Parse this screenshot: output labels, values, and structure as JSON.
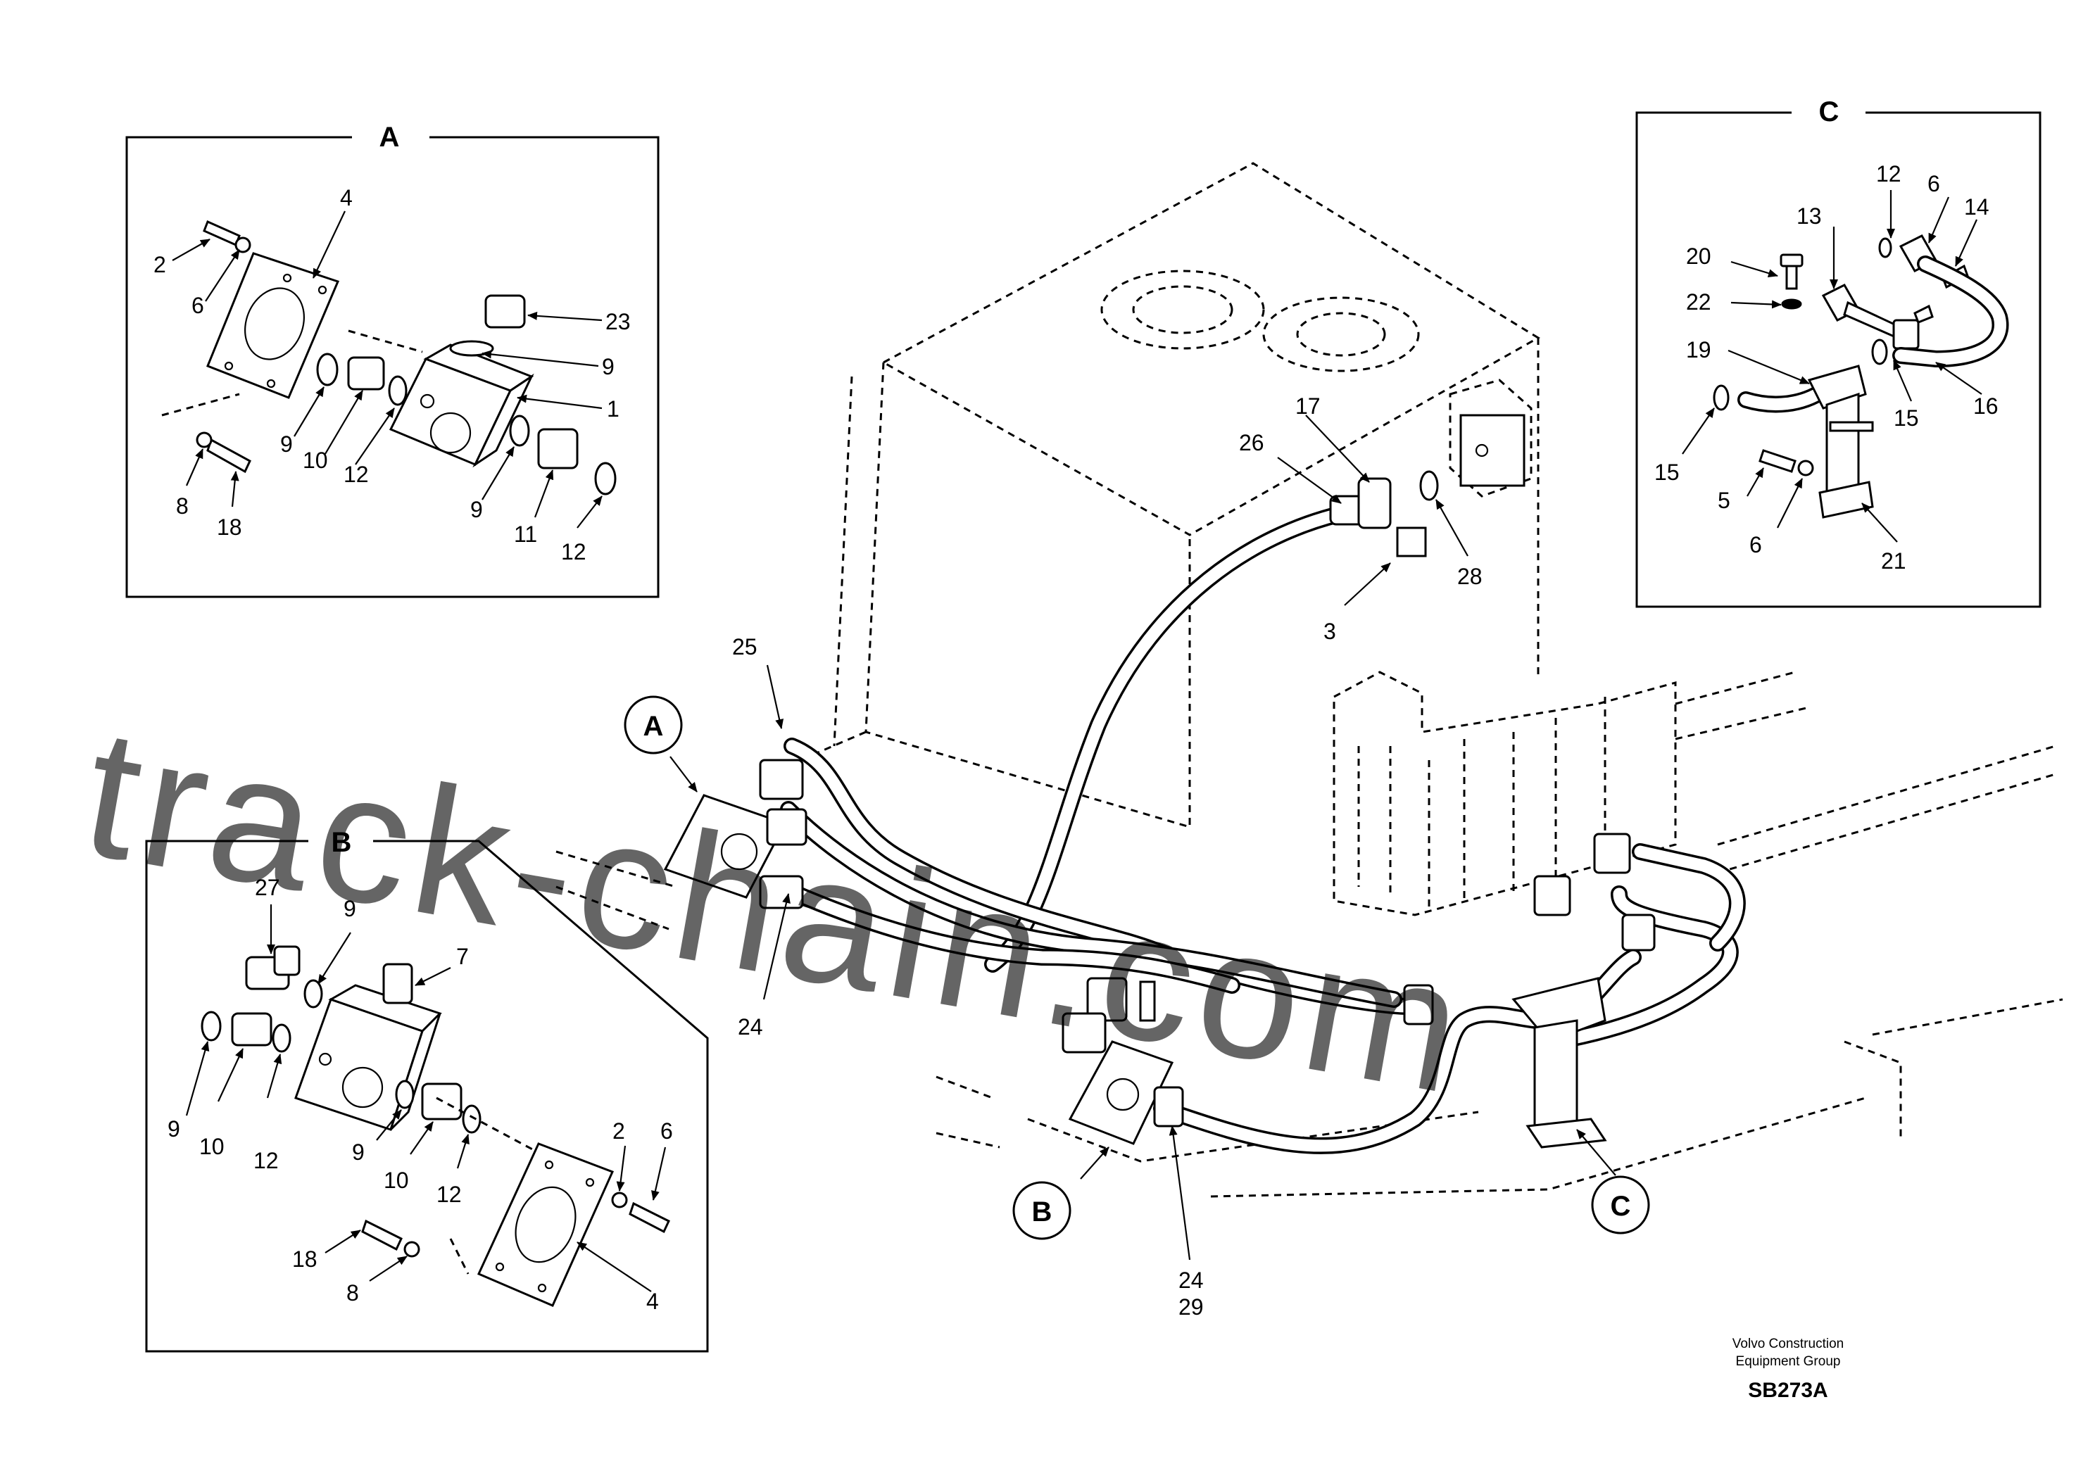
{
  "views": {
    "a": {
      "label": "A"
    },
    "b": {
      "label": "B"
    },
    "c": {
      "label": "C"
    }
  },
  "callouts": {
    "a": {
      "label": "A"
    },
    "b": {
      "label": "B"
    },
    "c": {
      "label": "C"
    }
  },
  "labels": {
    "a_2": "2",
    "a_4": "4",
    "a_6": "6",
    "a_23": "23",
    "a_9a": "9",
    "a_1": "1",
    "a_9b": "9",
    "a_10": "10",
    "a_12a": "12",
    "a_9c": "9",
    "a_11": "11",
    "a_12b": "12",
    "a_8": "8",
    "a_18": "18",
    "b_27": "27",
    "b_9a": "9",
    "b_7": "7",
    "b_9b": "9",
    "b_10a": "10",
    "b_12a": "12",
    "b_9c": "9",
    "b_10b": "10",
    "b_12b": "12",
    "b_2": "2",
    "b_6": "6",
    "b_18": "18",
    "b_8": "8",
    "b_4": "4",
    "c_12": "12",
    "c_6a": "6",
    "c_14": "14",
    "c_13": "13",
    "c_20": "20",
    "c_22": "22",
    "c_19": "19",
    "c_15a": "15",
    "c_16": "16",
    "c_15b": "15",
    "c_5": "5",
    "c_6b": "6",
    "c_21": "21",
    "m_17": "17",
    "m_26": "26",
    "m_28": "28",
    "m_3": "3",
    "m_25": "25",
    "m_24a": "24",
    "m_24b": "24",
    "m_29": "29"
  },
  "title_block": {
    "line1": "Volvo Construction",
    "line2": "Equipment Group",
    "code": "SB273A"
  },
  "watermark": "track-chain.com"
}
